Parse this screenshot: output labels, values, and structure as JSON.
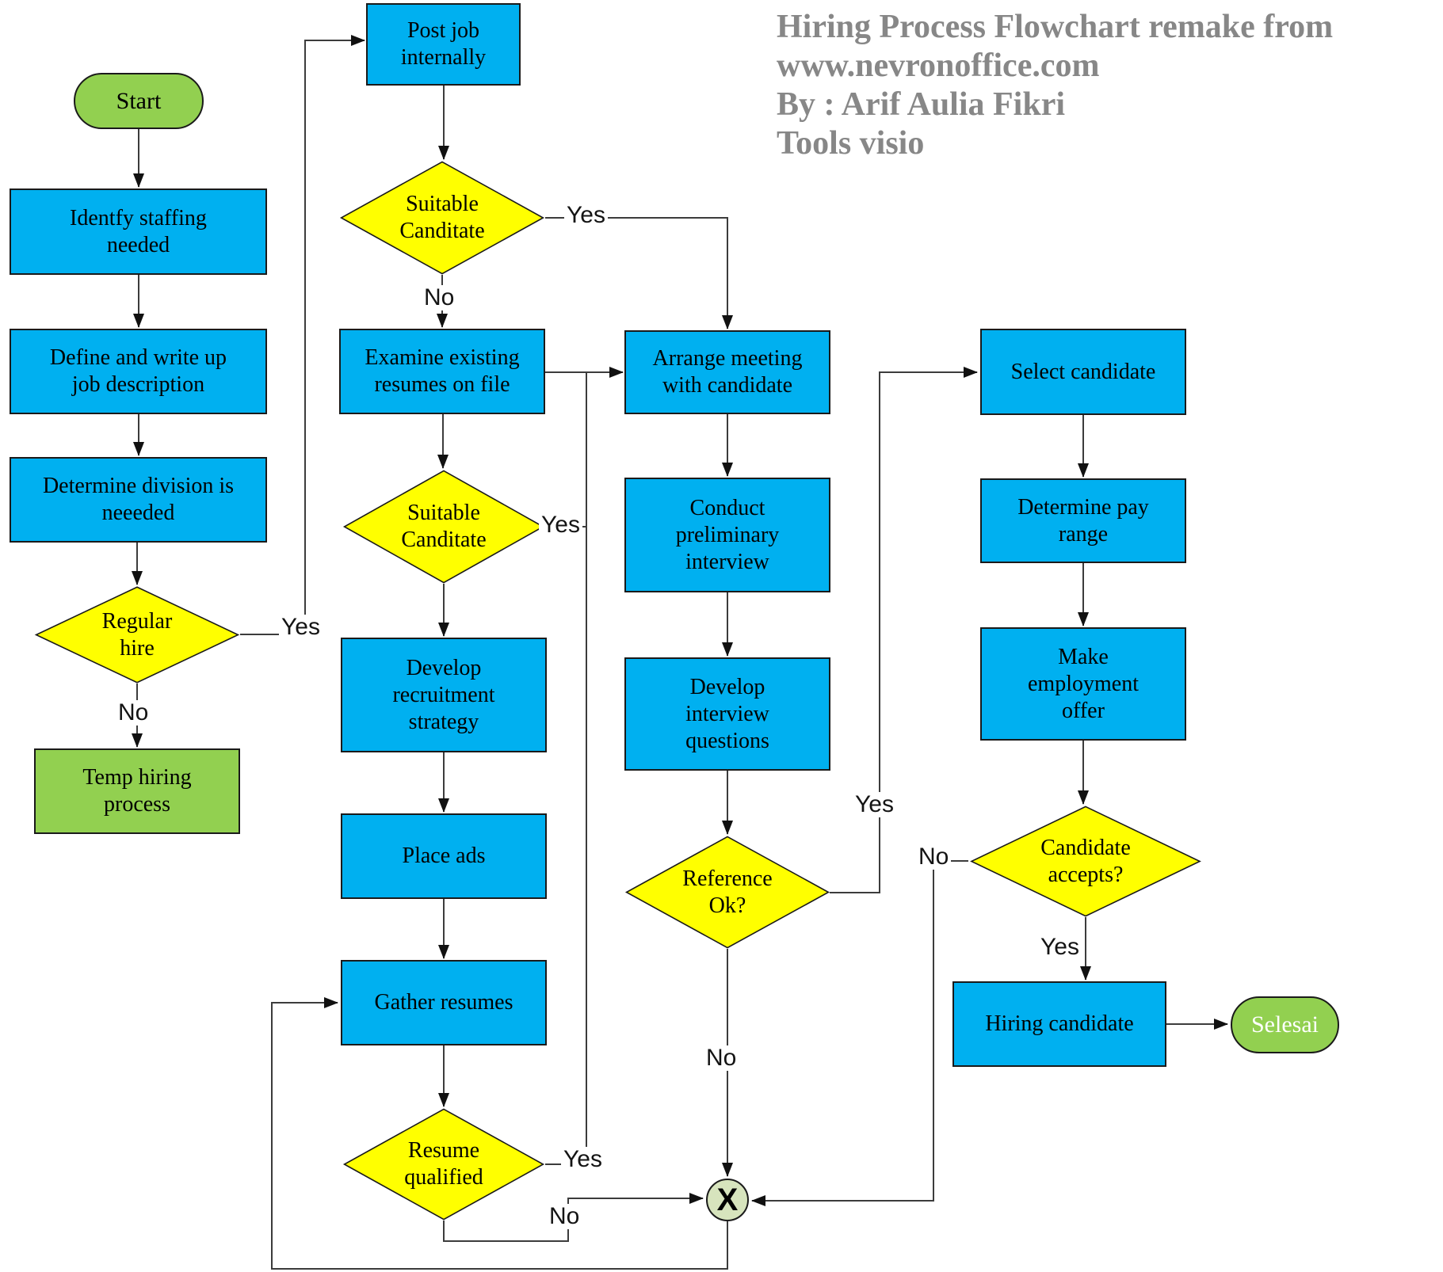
{
  "title": {
    "lines": [
      "Hiring Process Flowchart remake from",
      "www.nevronoffice.com",
      "By : Arif Aulia Fikri",
      "Tools visio"
    ]
  },
  "colors": {
    "process_fill": "#00b0f0",
    "terminal_fill": "#92d050",
    "decision_fill": "#ffff00",
    "connector_fill": "#d7e4bd",
    "line": "#3c3c3c",
    "title_text": "#878787",
    "node_text": "#000000",
    "selesai_text": "#ffffff"
  },
  "nodes": {
    "start": "Start",
    "identify_staffing": "Identfy staffing\nneeded",
    "define_job": "Define and write up\njob description",
    "determine_division": "Determine division is\nneeeded",
    "regular_hire": "Regular\nhire",
    "temp_hiring": "Temp hiring\nprocess",
    "post_job": "Post job\ninternally",
    "suitable_candidate_1": "Suitable\nCanditate",
    "examine_resumes": "Examine existing\nresumes on file",
    "suitable_candidate_2": "Suitable\nCanditate",
    "develop_strategy": "Develop\nrecruitment\nstrategy",
    "place_ads": "Place ads",
    "gather_resumes": "Gather resumes",
    "resume_qualified": "Resume\nqualified",
    "arrange_meeting": "Arrange meeting\nwith candidate",
    "conduct_interview": "Conduct\npreliminary\ninterview",
    "develop_questions": "Develop\ninterview\nquestions",
    "reference_ok": "Reference\nOk?",
    "select_candidate": "Select candidate",
    "determine_pay": "Determine pay\nrange",
    "make_offer": "Make\nemployment\noffer",
    "candidate_accepts": "Candidate\naccepts?",
    "hiring_candidate": "Hiring candidate",
    "x_connector": "X",
    "selesai": "Selesai"
  },
  "edge_labels": {
    "yes": "Yes",
    "no": "No"
  }
}
